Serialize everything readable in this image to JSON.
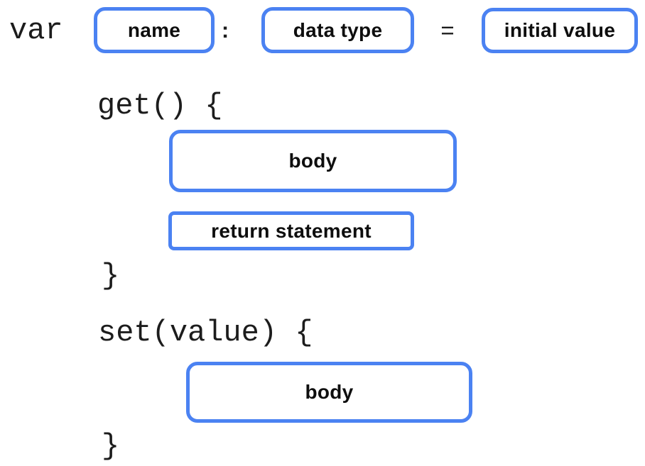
{
  "colors": {
    "accent": "#4b82f2",
    "code_text": "#1c1c1c",
    "label_text": "#0e0e0e",
    "background": "#ffffff"
  },
  "declaration": {
    "keyword": "var",
    "name_label": "name",
    "colon": ":",
    "type_label": "data type",
    "equals": "=",
    "initial_value_label": "initial value"
  },
  "getter": {
    "signature": "get() {",
    "body_label": "body",
    "return_label": "return statement",
    "close_brace": "}"
  },
  "setter": {
    "signature": "set(value) {",
    "body_label": "body",
    "close_brace": "}"
  }
}
